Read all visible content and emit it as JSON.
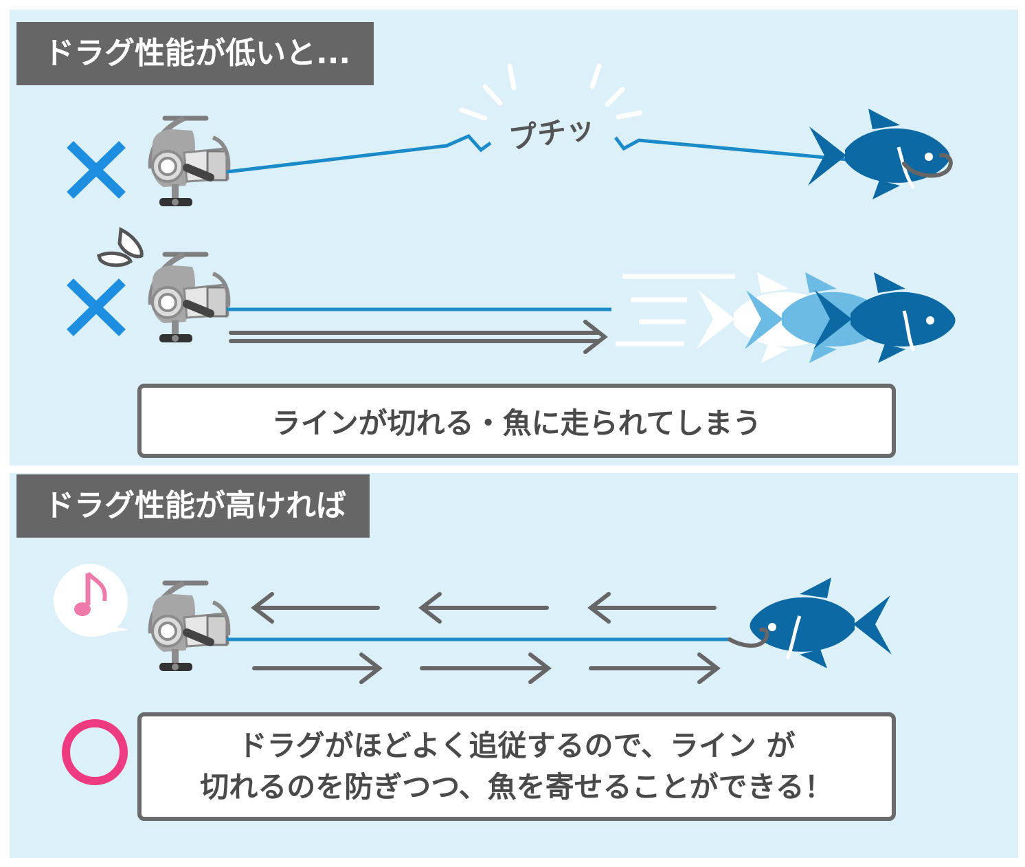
{
  "sections": {
    "low": {
      "heading": "ドラグ性能が低いと...",
      "snap_sound": "プチッ",
      "result": "ラインが切れる・魚に走られてしまう"
    },
    "high": {
      "heading": "ドラグ性能が高ければ",
      "result_line1": "ドラグがほどよく追従するので、ライン が",
      "result_line2": "切れるのを防ぎつつ、魚を寄せることができる！"
    }
  },
  "colors": {
    "panel_bg": "#dcf0f9",
    "heading_bg": "#666666",
    "cross_mark": "#1e8fe0",
    "circle_mark": "#ee3a7e",
    "line": "#1a8ac8",
    "fish_dark": "#0d69a3",
    "fish_light": "#6cbbe4",
    "arrow": "#666666"
  },
  "icons": [
    "cross-icon",
    "circle-icon",
    "reel-icon",
    "fish-icon",
    "music-note-icon",
    "sweat-drop-icon",
    "arrow-icon"
  ]
}
